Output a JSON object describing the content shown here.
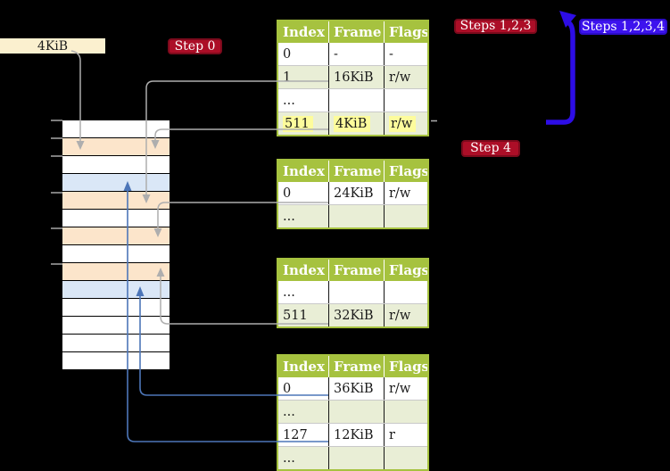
{
  "colors": {
    "background": "#000000",
    "label_wheat": "#fbf0cf",
    "badge_red": "#ac0e27",
    "badge_red_border": "#7c0a1c",
    "badge_blue": "#3d13ee",
    "badge_blue_border": "#2c0cc8",
    "arrow_blue_thick": "#2d0de6",
    "table_green": "#a6c23f",
    "table_row_alt": "#e9eed6",
    "highlight_yellow": "#fdfc9c",
    "mem_white": "#ffffff",
    "mem_orange": "#fce5cb",
    "mem_blue": "#dae7f7",
    "line_gray": "#aeaeae",
    "line_blue": "#4d76b8",
    "tick_gray": "#7d7d7d",
    "text_dark": "#1a1a1a",
    "text_white": "#ffffff"
  },
  "labels": {
    "page_size_label": "4KiB",
    "step0_badge": "Step 0",
    "steps123_badge": "Steps 1,2,3",
    "steps1234_badge": "Steps 1,2,3,4",
    "step4_badge": "Step 4"
  },
  "memory": {
    "rows": [
      "white",
      "orange",
      "white",
      "blue",
      "orange",
      "white",
      "orange",
      "white",
      "orange",
      "blue",
      "white",
      "white",
      "white",
      "white"
    ]
  },
  "tables": [
    {
      "name": "table-1",
      "headers": [
        "Index",
        "Frame",
        "Flags"
      ],
      "rows": [
        {
          "cells": [
            "0",
            "-",
            "-"
          ],
          "highlight": false
        },
        {
          "cells": [
            "1",
            "16KiB",
            "r/w"
          ],
          "highlight": false
        },
        {
          "cells": [
            "...",
            "",
            ""
          ],
          "highlight": false
        },
        {
          "cells": [
            "511",
            "4KiB",
            "r/w"
          ],
          "highlight": true
        }
      ]
    },
    {
      "name": "table-2",
      "headers": [
        "Index",
        "Frame",
        "Flags"
      ],
      "rows": [
        {
          "cells": [
            "0",
            "24KiB",
            "r/w"
          ],
          "highlight": false
        },
        {
          "cells": [
            "...",
            "",
            ""
          ],
          "highlight": false
        }
      ]
    },
    {
      "name": "table-3",
      "headers": [
        "Index",
        "Frame",
        "Flags"
      ],
      "rows": [
        {
          "cells": [
            "...",
            "",
            ""
          ],
          "highlight": false
        },
        {
          "cells": [
            "511",
            "32KiB",
            "r/w"
          ],
          "highlight": false
        }
      ]
    },
    {
      "name": "table-4",
      "headers": [
        "Index",
        "Frame",
        "Flags"
      ],
      "rows": [
        {
          "cells": [
            "0",
            "36KiB",
            "r/w"
          ],
          "highlight": false
        },
        {
          "cells": [
            "...",
            "",
            ""
          ],
          "highlight": false
        },
        {
          "cells": [
            "127",
            "12KiB",
            "r"
          ],
          "highlight": false
        },
        {
          "cells": [
            "...",
            "",
            ""
          ],
          "highlight": false
        }
      ]
    }
  ]
}
